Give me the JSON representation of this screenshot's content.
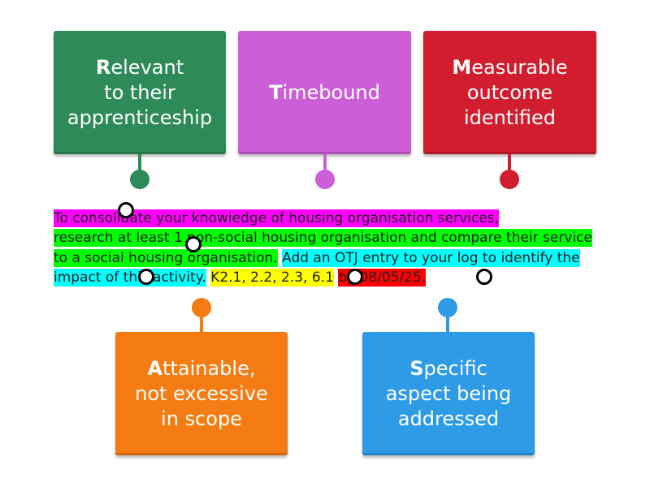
{
  "cards": {
    "relevant": {
      "first": "R",
      "rest": "elevant\nto their\napprenticeship",
      "color": "#2e8b57"
    },
    "timebound": {
      "first": "T",
      "rest": "imebound",
      "color": "#cc5fd8"
    },
    "measurable": {
      "first": "M",
      "rest": "easurable\noutcome\nidentified",
      "color": "#d11d2e"
    },
    "attainable": {
      "first": "A",
      "rest": "ttainable,\nnot excessive\nin scope",
      "color": "#f47c12"
    },
    "specific": {
      "first": "S",
      "rest": "pecific\naspect being\naddressed",
      "color": "#2d9be6"
    }
  },
  "statement": {
    "magenta": "To consolidate your knowledge of housing organisation services,",
    "green": "research at least 1 non-social housing organisation and compare their service to a social housing organisation.",
    "cyan": "Add an OTJ entry to your log to identify the impact of this activity.",
    "yellow": "K2.1, 2.2, 2.3, 6.1",
    "red": "by 08/05/25."
  }
}
